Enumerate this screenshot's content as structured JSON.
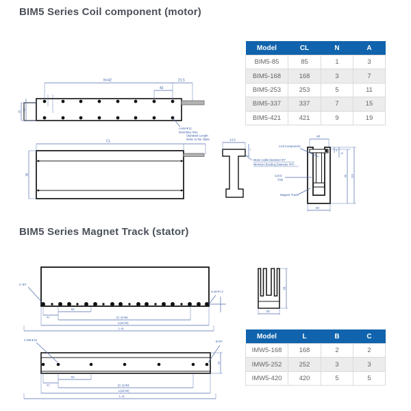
{
  "sections": {
    "coil": {
      "title": "BIM5 Series Coil component (motor)",
      "table": {
        "headers": [
          "Model",
          "CL",
          "N",
          "A"
        ],
        "rows": [
          [
            "BIM5-85",
            "85",
            "1",
            "3"
          ],
          [
            "BIM5-168",
            "168",
            "3",
            "7"
          ],
          [
            "BIM5-253",
            "253",
            "5",
            "11"
          ],
          [
            "BIM5-337",
            "337",
            "7",
            "15"
          ],
          [
            "BIM5-421",
            "421",
            "9",
            "19"
          ]
        ]
      },
      "top_view": {
        "dim_span": "N×42",
        "dim_end": "21.5",
        "dim_pitch": "42",
        "dim_height": "35",
        "dim_inner_height": "25",
        "note_line1": "A-M4▼11",
        "note_line2": "Mounting Hole"
      },
      "side_view": {
        "dim_length": "CL",
        "dim_height": "50",
        "note_line1": "Standard Length",
        "note_line2": "Refer to the Table"
      },
      "section_view": {
        "dim_width": "14.5",
        "dim_flange": "7",
        "note_line1": "Motor Cable Diameter Φ7",
        "note_line2": "Minimum Bending Diameter Φ70"
      },
      "assembly_view": {
        "label_coil": "Coil Component",
        "label_gap_value": "1±0.5",
        "label_gap": "Gap",
        "label_track": "Magnet Track",
        "dim_top": "48",
        "dim_bottom": "50",
        "dim_outer_height": "110",
        "dim_inner_height": "98",
        "dim_step1": "4",
        "dim_step2": "12"
      }
    },
    "magnet": {
      "title": "BIM5 Series Magnet Track (stator)",
      "table": {
        "headers": [
          "Model",
          "L",
          "B",
          "C"
        ],
        "rows": [
          [
            "IMW5-168",
            "168",
            "2",
            "2"
          ],
          [
            "IMW5-252",
            "252",
            "3",
            "3"
          ],
          [
            "IMW5-420",
            "420",
            "5",
            "5"
          ]
        ]
      },
      "top_view": {
        "note_left": "C-Φ7",
        "note_right": "B-M6▼12",
        "dim_42": "42",
        "dim_84": "84",
        "dim_pattern": "(C-1)×84",
        "dim_length": "L(±0.02)",
        "dim_overall": "L ±1"
      },
      "side_view": {
        "note_left": "C-M6▼10",
        "note_right": "B-Φ7",
        "dim_42": "42",
        "dim_84": "84",
        "dim_pattern": "(C-1)×84",
        "dim_length": "L(±0.02)",
        "dim_overall": "L ±1",
        "dim_thickness": "20"
      },
      "section_view": {
        "dim_height": "58",
        "dim_width": "50"
      }
    }
  }
}
